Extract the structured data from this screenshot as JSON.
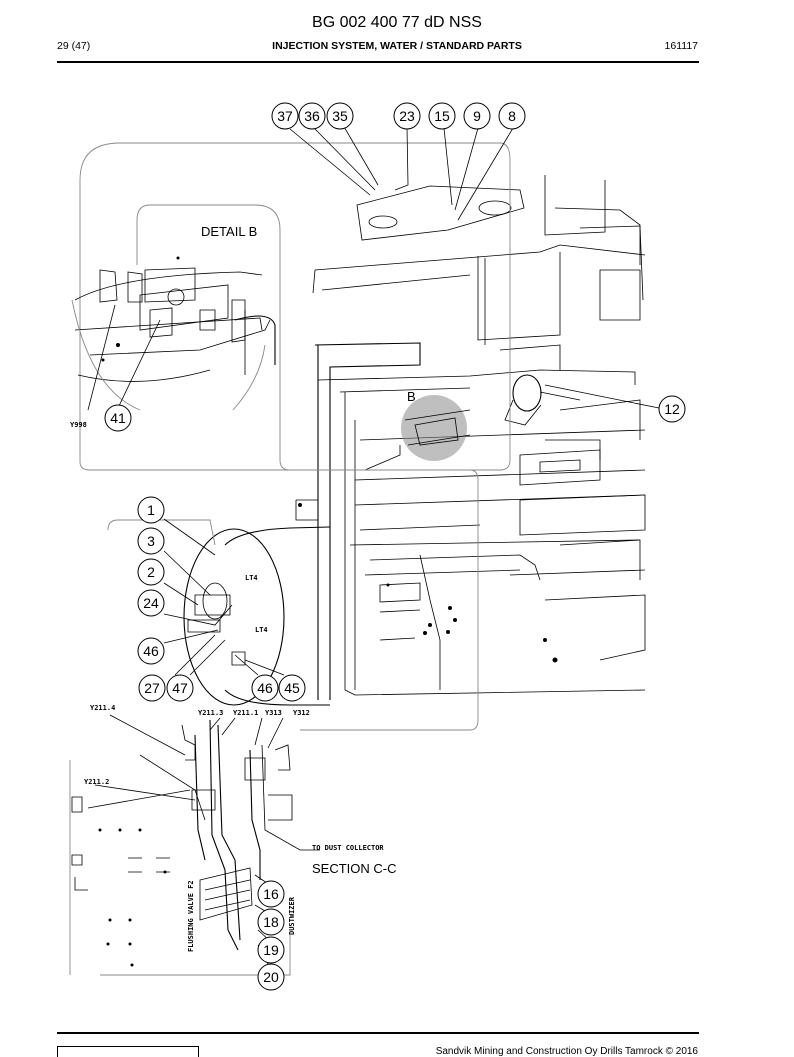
{
  "header": {
    "doc_title": "BG 002 400 77 dD NSS",
    "page_number": "29 (47)",
    "section_title": "INJECTION SYSTEM, WATER / STANDARD PARTS",
    "date_code": "161117"
  },
  "footer": {
    "copyright": "Sandvik Mining and Construction Oy Drills Tamrock © 2016"
  },
  "drawing": {
    "labels": {
      "detail_b": "DETAIL B",
      "section_cc": "SECTION C-C",
      "b_marker": "B",
      "y998": "Y998",
      "lt4_a": "LT4",
      "lt4_b": "LT4",
      "y211_4": "Y211.4",
      "y211_3": "Y211.3",
      "y211_1": "Y211.1",
      "y313": "Y313",
      "y312": "Y312",
      "y211_2": "Y211.2",
      "to_dust_collector": "TO DUST COLLECTOR",
      "flushing_valve": "FLUSHING VALVE F2",
      "dustwizer": "DUSTWIZER"
    },
    "callouts": {
      "c37": "37",
      "c36": "36",
      "c35": "35",
      "c23": "23",
      "c15": "15",
      "c9": "9",
      "c8": "8",
      "c12": "12",
      "c41": "41",
      "c1": "1",
      "c3": "3",
      "c2": "2",
      "c24": "24",
      "c46a": "46",
      "c27": "27",
      "c47": "47",
      "c46b": "46",
      "c45": "45",
      "c16": "16",
      "c18": "18",
      "c19": "19",
      "c20": "20"
    }
  }
}
